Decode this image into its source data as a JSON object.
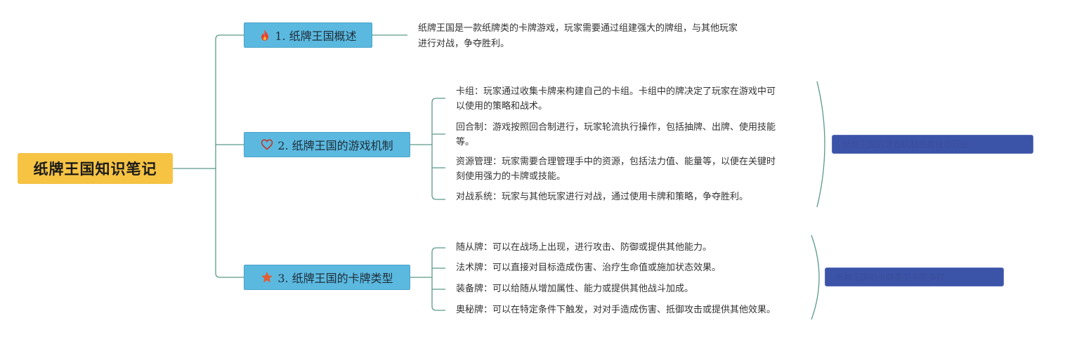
{
  "root": {
    "title": "纸牌王国知识笔记"
  },
  "branches": [
    {
      "label": "1. 纸牌王国概述",
      "icon": "fire-icon"
    },
    {
      "label": "2. 纸牌王国的游戏机制",
      "icon": "heart-icon"
    },
    {
      "label": "3. 纸牌王国的卡牌类型",
      "icon": "star-icon"
    }
  ],
  "overview": {
    "line1": "纸牌王国是一款纸牌类的卡牌游戏，玩家需要通过组建强大的牌组，与其他玩家",
    "line2": "进行对战，争夺胜利。"
  },
  "mechanics": [
    {
      "line1": "卡组：玩家通过收集卡牌来构建自己的卡组。卡组中的牌决定了玩家在游戏中可",
      "line2": "以使用的策略和战术。"
    },
    {
      "line1": "回合制：游戏按照回合制进行，玩家轮流执行操作，包括抽牌、出牌、使用技能",
      "line2": "等。"
    },
    {
      "line1": "资源管理：玩家需要合理管理手中的资源，包括法力值、能量等，以便在关键时",
      "line2": "刻使用强力的卡牌或技能。"
    },
    {
      "line1": "对战系统：玩家与其他玩家进行对战，通过使用卡牌和策略，争夺胜利。",
      "line2": ""
    }
  ],
  "card_types": [
    {
      "text": "随从牌：可以在战场上出现，进行攻击、防御或提供其他能力。"
    },
    {
      "text": "法术牌：可以直接对目标造成伤害、治疗生命值或施加状态效果。"
    },
    {
      "text": "装备牌：可以给随从增加属性、能力或提供其他战斗加成。"
    },
    {
      "text": "奥秘牌：可以在特定条件下触发，对对手造成伤害、抵御攻击或提供其他效果。"
    }
  ],
  "summaries": [
    {
      "text": "纸牌王国的游戏机制是其核心玩法"
    },
    {
      "text": "纸牌王国的卡牌类型丰富多样"
    }
  ],
  "colors": {
    "root_bg": "#f6c343",
    "branch_bg": "#5bb9e0",
    "summary_bg": "#3c54a8",
    "line": "#5a9a8a"
  }
}
